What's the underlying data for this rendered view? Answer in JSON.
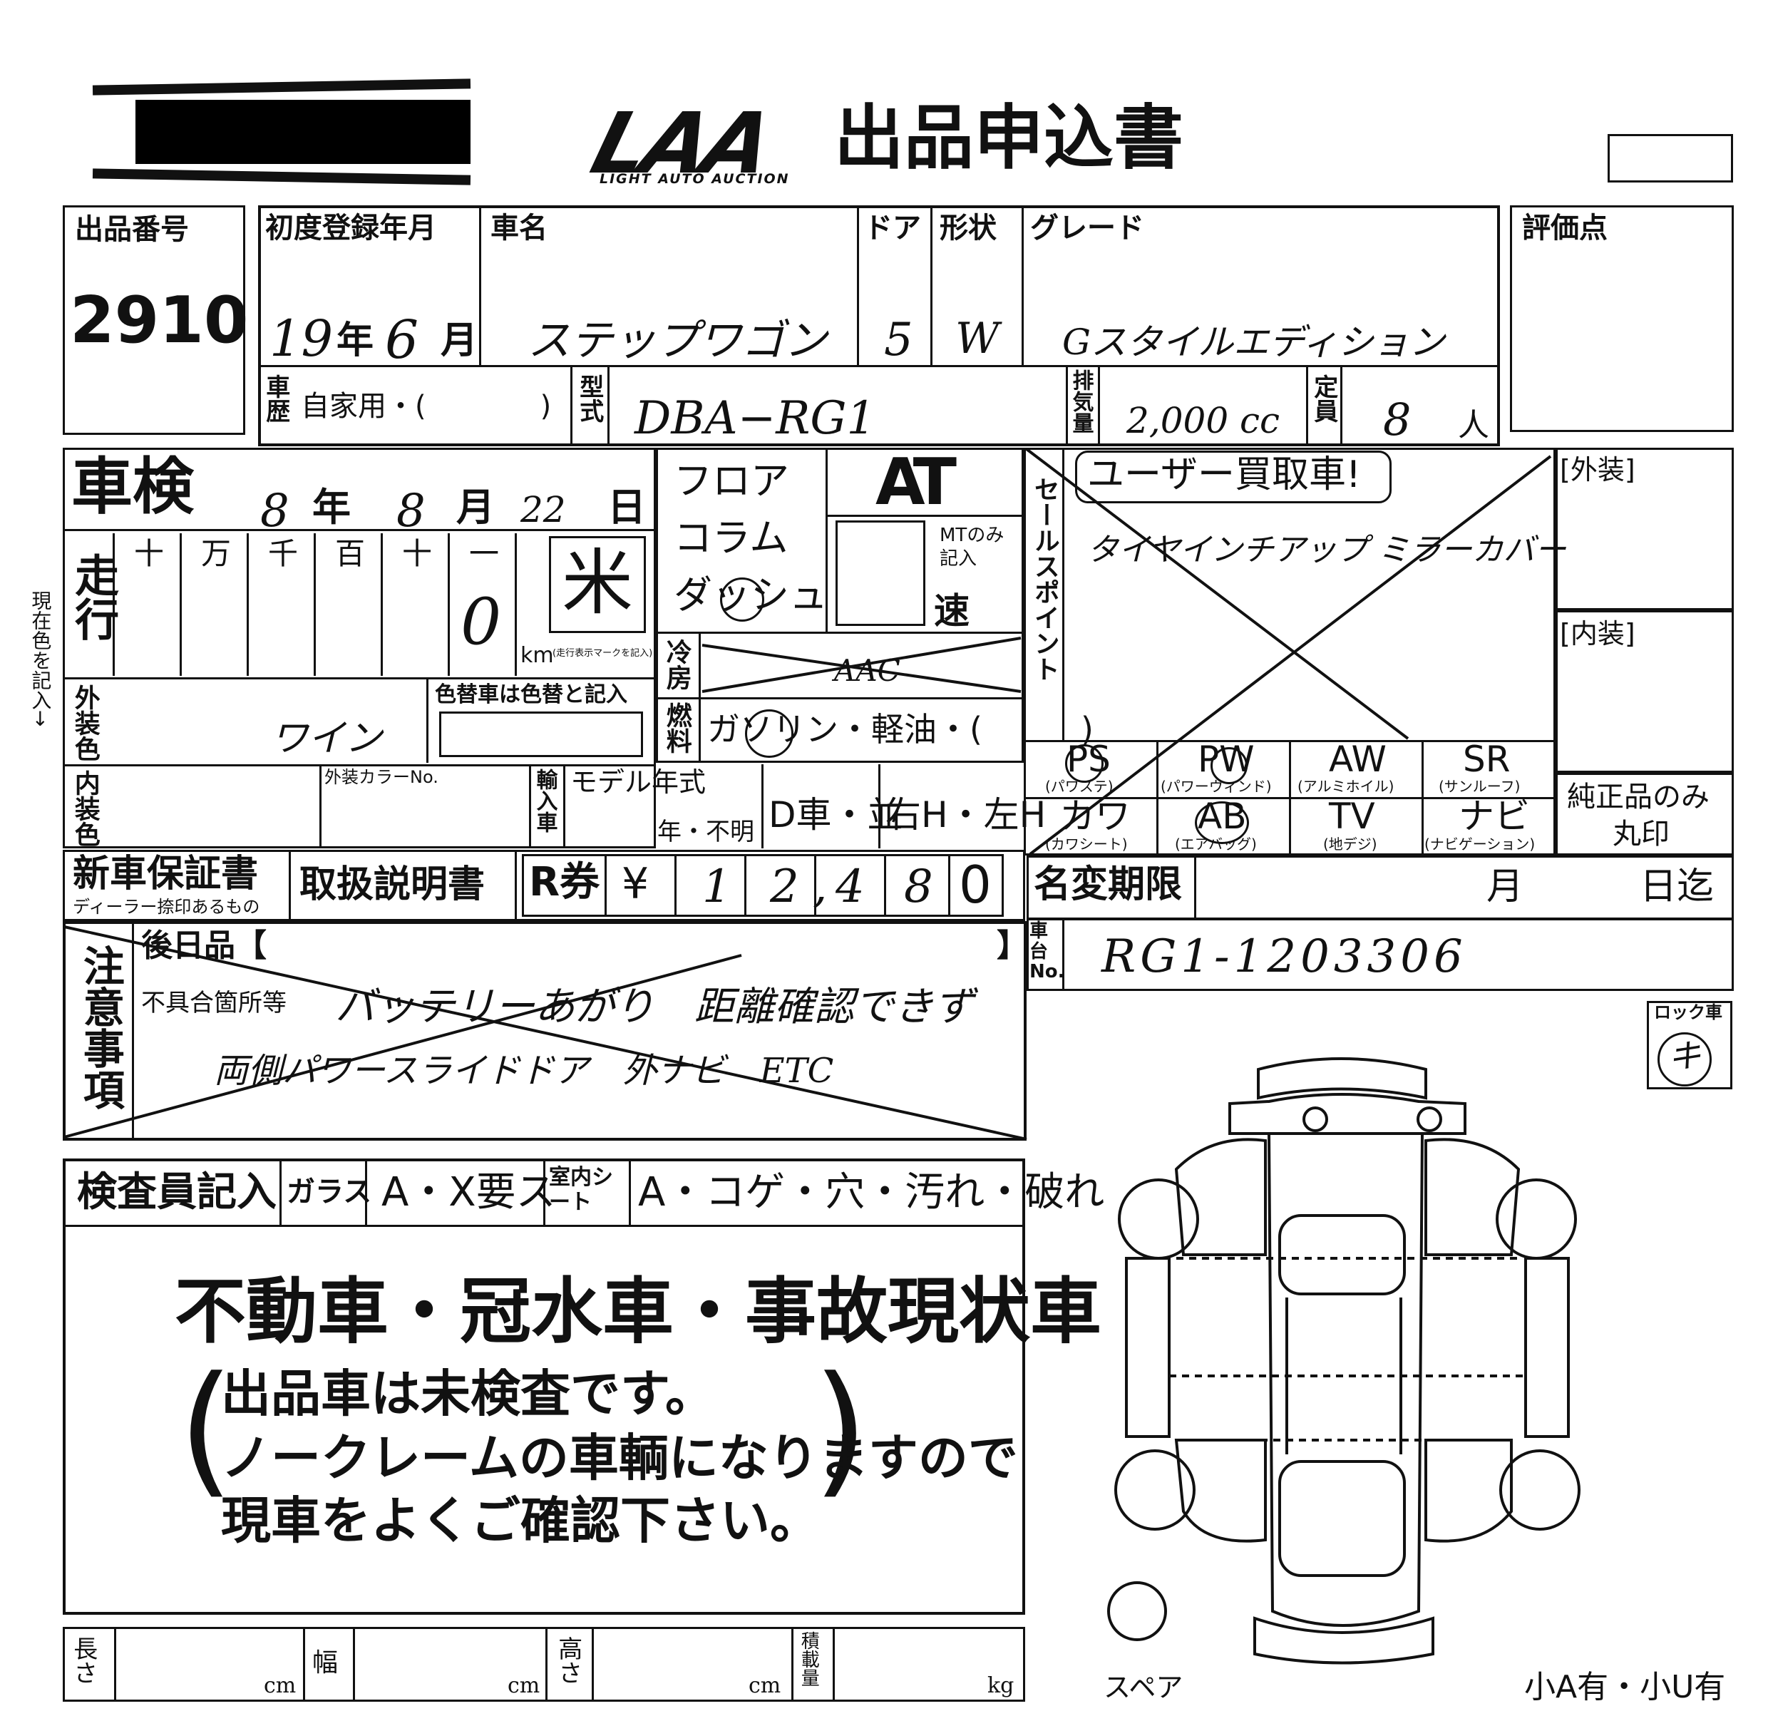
{
  "header": {
    "logo_text": "LAA",
    "logo_subtitle": "LIGHT AUTO AUCTION",
    "title": "出品申込書"
  },
  "labels": {
    "lot_number": "出品番号",
    "first_registration": "初度登録年月",
    "car_name": "車名",
    "door": "ドア",
    "shape": "形状",
    "grade": "グレード",
    "score": "評価点",
    "history": "車歴",
    "history_value": "自家用・(　　　　)",
    "model_type": "型式",
    "displacement": "排気量",
    "capacity": "定員",
    "shaken": "車検",
    "year_unit": "年",
    "month_unit": "月",
    "day_unit": "日",
    "mileage": "走行",
    "digit_headers": [
      "十",
      "万",
      "千",
      "百",
      "十",
      "一"
    ],
    "km_unit": "km",
    "km_note": "(走行表示マークを記入)",
    "shift_options": [
      "フロア",
      "コラム",
      "ダッシュ"
    ],
    "mt_only": "MTのみ記入",
    "speed_unit": "速",
    "exterior_color": "外装色",
    "color_change_note": "色替車は色替と記入",
    "aircon": "冷房",
    "fuel": "燃料",
    "fuel_options": "ガソリン・軽油・(　　　)",
    "sales_points": "セールスポイント",
    "exterior_section": "[外装]",
    "interior_section": "[内装]",
    "interior_color": "内装色",
    "ext_color_no": "外装カラーNo.",
    "import": "輸入車",
    "model_year": "モデル年式",
    "model_year_unknown": "年・不明",
    "d_car": "D車・並",
    "steering": "右H・左H",
    "options": [
      {
        "code": "PS",
        "desc": "(パワステ)"
      },
      {
        "code": "PW",
        "desc": "(パワーウィンド)"
      },
      {
        "code": "AW",
        "desc": "(アルミホイル)"
      },
      {
        "code": "SR",
        "desc": "(サンルーフ)"
      },
      {
        "code": "カワ",
        "desc": "(カワシート)"
      },
      {
        "code": "AB",
        "desc": "(エアバッグ)"
      },
      {
        "code": "TV",
        "desc": "(地デジ)"
      },
      {
        "code": "ナビ",
        "desc": "(ナビゲーション)"
      }
    ],
    "genuine_only": "純正品のみ",
    "circle_mark": "丸印",
    "warranty": "新車保証書",
    "warranty_note": "ディーラー捺印あるもの",
    "manual": "取扱説明書",
    "recycle": "R券",
    "yen": "¥",
    "name_change": "名変期限",
    "name_change_month": "月",
    "name_change_until": "日迄",
    "chassis_no": "車台No.",
    "notes": "注意事項",
    "later_items": "後日品【",
    "later_close": "】",
    "defects": "不具合箇所等",
    "lock_car": "ロック車",
    "inspector": "検査員記入",
    "glass": "ガラス",
    "glass_options": "A・X要ス",
    "interior_seat": "室内シート",
    "interior_options": "A・コゲ・穴・汚れ・破れ",
    "stamp_line1": "不動車・冠水車・事故現状車",
    "stamp_line2": "出品車は未検査です。",
    "stamp_line3": "ノークレームの車輌になりますので",
    "stamp_line4": "現車をよくご確認下さい。",
    "length": "長さ",
    "width": "幅",
    "height": "高さ",
    "load": "積載量",
    "cm": "cm",
    "kg": "kg",
    "spare": "スペア",
    "small_marks": "小A有・小U有",
    "side_note": "現在色を記入→"
  },
  "values": {
    "lot_number": "2910",
    "reg_year": "19",
    "reg_month": "6",
    "car_name": "ステップワゴン",
    "door": "5",
    "shape": "W",
    "grade": "Gスタイルエディション",
    "model_type": "DBA−RG1",
    "displacement": "2,000 cc",
    "capacity": "8",
    "capacity_unit": "人",
    "shaken_year": "8",
    "shaken_month": "8",
    "shaken_day": "22",
    "mileage_ones": "0",
    "mileage_mark": "米",
    "transmission": "AT",
    "exterior_color": "ワイン",
    "aircon": "AAC",
    "buyback": "ユーザー買取車!",
    "sales_point": "タイヤインチアップ ミラーカバー",
    "recycle_amount": [
      "1",
      "2",
      ",",
      "4",
      "8",
      "0"
    ],
    "chassis_no": "RG1-1203306",
    "defects_line1": "バッテリーあがり　距離確認できず",
    "defects_line2": "両側パワースライドドア　外ナビ　ETC",
    "lock_mark": "キ"
  }
}
